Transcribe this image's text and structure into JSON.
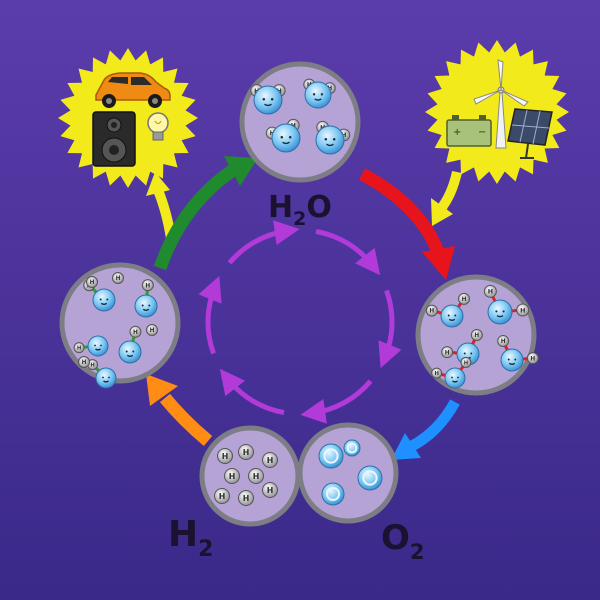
{
  "labels": {
    "water": {
      "main": "H",
      "sub": "2",
      "tail": "O"
    },
    "hydrogen": {
      "main": "H",
      "sub": "2"
    },
    "oxygen": {
      "main": "O",
      "sub": "2"
    }
  },
  "atom_letter": "H",
  "colors": {
    "background_top": "#5a3aa8",
    "background_bottom": "#3b2a8a",
    "bubble_fill": "#b6a3d6",
    "bubble_ring": "#7d7d85",
    "sun": "#f3ea1c",
    "arrow_green": "#1f8a2e",
    "arrow_red": "#e8141b",
    "arrow_blue": "#1e90ff",
    "arrow_orange": "#ff8c14",
    "arrow_yellow": "#f3ea1c",
    "inner_cycle": "#b13ad9",
    "bond": "#e02020"
  },
  "icons": [
    "car-icon",
    "speaker-icon",
    "lightbulb-icon",
    "battery-icon",
    "wind-turbine-icon",
    "solar-panel-icon"
  ]
}
